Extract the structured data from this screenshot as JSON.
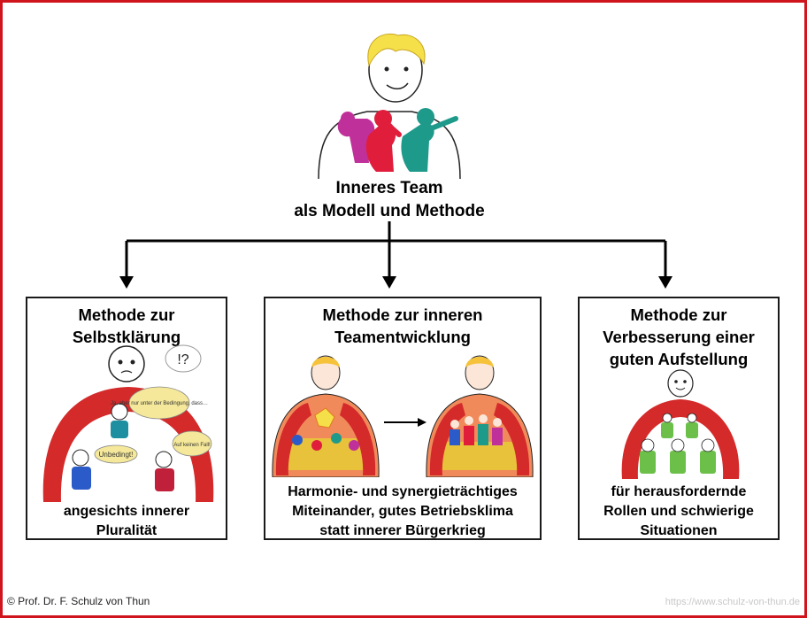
{
  "title": {
    "line1": "Inneres Team",
    "line2": "als Modell und Methode"
  },
  "boxes": [
    {
      "heading": [
        "Methode zur",
        "Selbstklärung"
      ],
      "footer": [
        "angesichts innerer",
        "Pluralität"
      ],
      "bubbles": {
        "top": "!?",
        "b1": "Ja, aber nur unter der Bedingung, dass…",
        "b2": "Unbedingt!",
        "b3": "Auf keinen Fall!"
      }
    },
    {
      "heading": [
        "Methode zur inneren",
        "Teamentwicklung"
      ],
      "footer": [
        "Harmonie- und synergieträchtiges",
        "Miteinander, gutes Betriebsklima",
        "statt innerer Bürgerkrieg"
      ]
    },
    {
      "heading": [
        "Methode zur",
        "Verbesserung einer",
        "guten Aufstellung"
      ],
      "footer": [
        "für herausfordernde",
        "Rollen und schwierige",
        "Situationen"
      ]
    }
  ],
  "copyright": "© Prof. Dr. F. Schulz von Thun",
  "watermark": "https://www.schulz-von-thun.de",
  "colors": {
    "frame": "#d0141c",
    "curtain": "#d42a2a",
    "red_figure": "#e01e3c",
    "teal_figure": "#1e9a8a",
    "magenta_figure": "#c0309a",
    "green_figure": "#6cc04a",
    "hair": "#f5e04a"
  }
}
